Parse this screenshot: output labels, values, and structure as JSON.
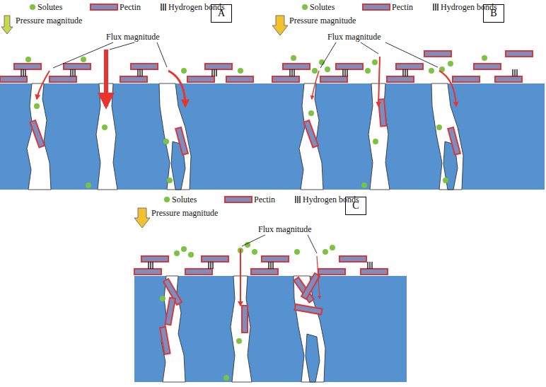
{
  "diagram": {
    "nodes": [
      {
        "text": [
          "A"
        ]
      },
      {
        "text": [
          "B"
        ]
      },
      {
        "text": [
          "C"
        ]
      }
    ],
    "labels": [
      "Pressure magnitude",
      "Flux magnitude",
      "Pressure magnitude",
      "Flux magnitude",
      "Pressure magnitude",
      "Flux magnitude"
    ],
    "legend": [
      {
        "text": "Solutes",
        "color": "#7dc242"
      },
      {
        "text": "Pectin"
      },
      {
        "text": "Hydrogen bonds"
      },
      {
        "text": "Solutes",
        "color": "#7dc242"
      },
      {
        "text": "Pectin"
      },
      {
        "text": "Hydrogen bonds"
      },
      {
        "text": "Solutes",
        "color": "#7dc242"
      },
      {
        "text": "Pectin"
      },
      {
        "text": "Hydrogen bonds"
      }
    ]
  }
}
